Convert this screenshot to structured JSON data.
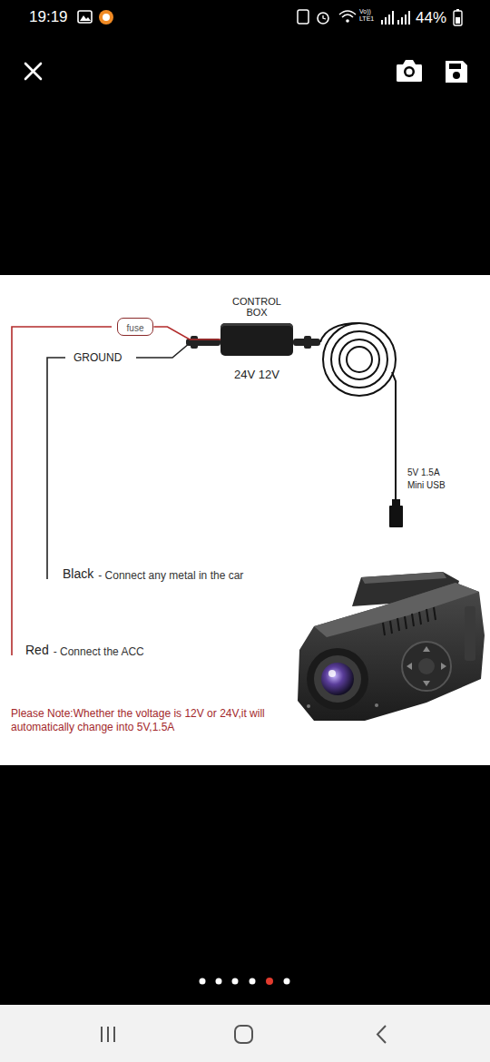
{
  "diagram": {
    "nodes": [
      {
        "text": [
          "CONTROL BOX",
          "24V 12V"
        ]
      },
      {
        "text": [
          "fuse"
        ]
      }
    ],
    "edges": [
      {
        "from": 1,
        "to": 0,
        "arrow": "none"
      }
    ],
    "labels": [
      "19:19",
      "Vo))",
      "LTE1",
      "44%",
      "GROUND",
      "5V 1.5A Mini USB",
      "Black",
      "- Connect any metal in the car",
      "Red",
      "- Connect the ACC",
      "Please Note:Whether the voltage is 12V or 24V,it will automatically change into 5V,1.5A"
    ]
  }
}
